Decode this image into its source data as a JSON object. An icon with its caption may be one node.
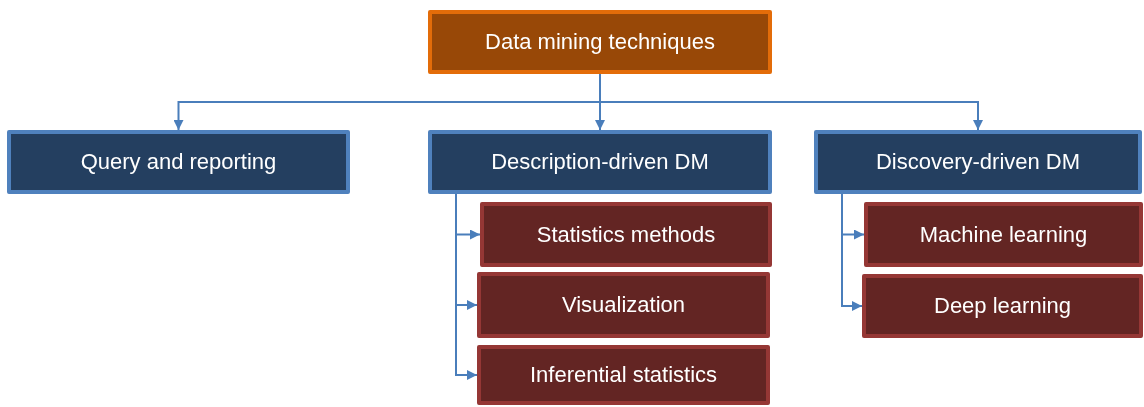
{
  "diagram": {
    "nodes": [
      {
        "text": [
          "Data mining techniques"
        ]
      },
      {
        "text": [
          "Query and reporting"
        ]
      },
      {
        "text": [
          "Description-driven DM"
        ]
      },
      {
        "text": [
          "Discovery-driven DM"
        ]
      },
      {
        "text": [
          "Statistics methods"
        ]
      },
      {
        "text": [
          "Visualization"
        ]
      },
      {
        "text": [
          "Inferential statistics"
        ]
      },
      {
        "text": [
          "Machine learning"
        ]
      },
      {
        "text": [
          "Deep learning"
        ]
      }
    ],
    "edges": [
      {
        "from": 0,
        "to": 1,
        "arrow": "to"
      },
      {
        "from": 0,
        "to": 2,
        "arrow": "to"
      },
      {
        "from": 0,
        "to": 3,
        "arrow": "to"
      },
      {
        "from": 2,
        "to": 4,
        "arrow": "to"
      },
      {
        "from": 2,
        "to": 5,
        "arrow": "to"
      },
      {
        "from": 2,
        "to": 6,
        "arrow": "to"
      },
      {
        "from": 3,
        "to": 7,
        "arrow": "to"
      },
      {
        "from": 3,
        "to": 8,
        "arrow": "to"
      }
    ]
  }
}
